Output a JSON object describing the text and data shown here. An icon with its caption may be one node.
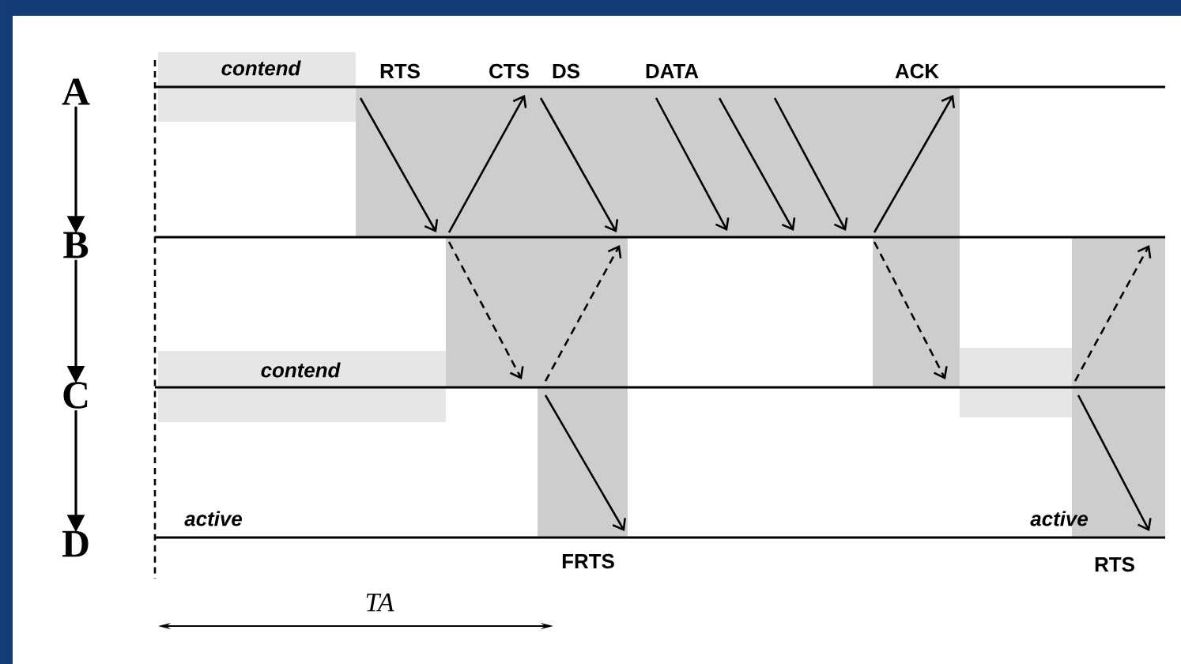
{
  "diagram": {
    "nodes": [
      {
        "text": [
          "A"
        ]
      },
      {
        "text": [
          "B"
        ]
      },
      {
        "text": [
          "C"
        ]
      },
      {
        "text": [
          "D"
        ]
      }
    ],
    "edges": [
      {
        "from": 0,
        "to": 1,
        "arrow": "to"
      },
      {
        "from": 1,
        "to": 2,
        "arrow": "to"
      },
      {
        "from": 2,
        "to": 3,
        "arrow": "to"
      }
    ],
    "labels": [
      "contend",
      "RTS",
      "CTS",
      "DS",
      "DATA",
      "ACK",
      "contend",
      "active",
      "FRTS",
      "active",
      "RTS",
      "TA"
    ]
  }
}
